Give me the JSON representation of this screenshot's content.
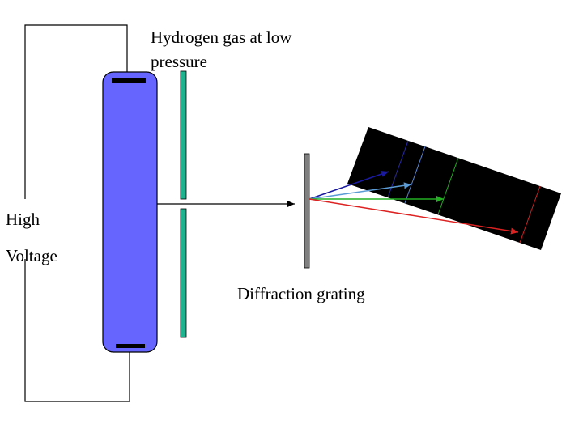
{
  "labels": {
    "gas_line1": "Hydrogen gas at low",
    "gas_line2": "pressure",
    "voltage_line1": "High",
    "voltage_line2": "Voltage",
    "grating": "Diffraction grating"
  },
  "colors": {
    "tube": "#6666ff",
    "slit": "#1fb38f",
    "grating": "#808080",
    "screen": "#000000",
    "spectral_lines": [
      "#2a2aa8",
      "#5a86d0",
      "#22aa22",
      "#cc2222"
    ]
  }
}
